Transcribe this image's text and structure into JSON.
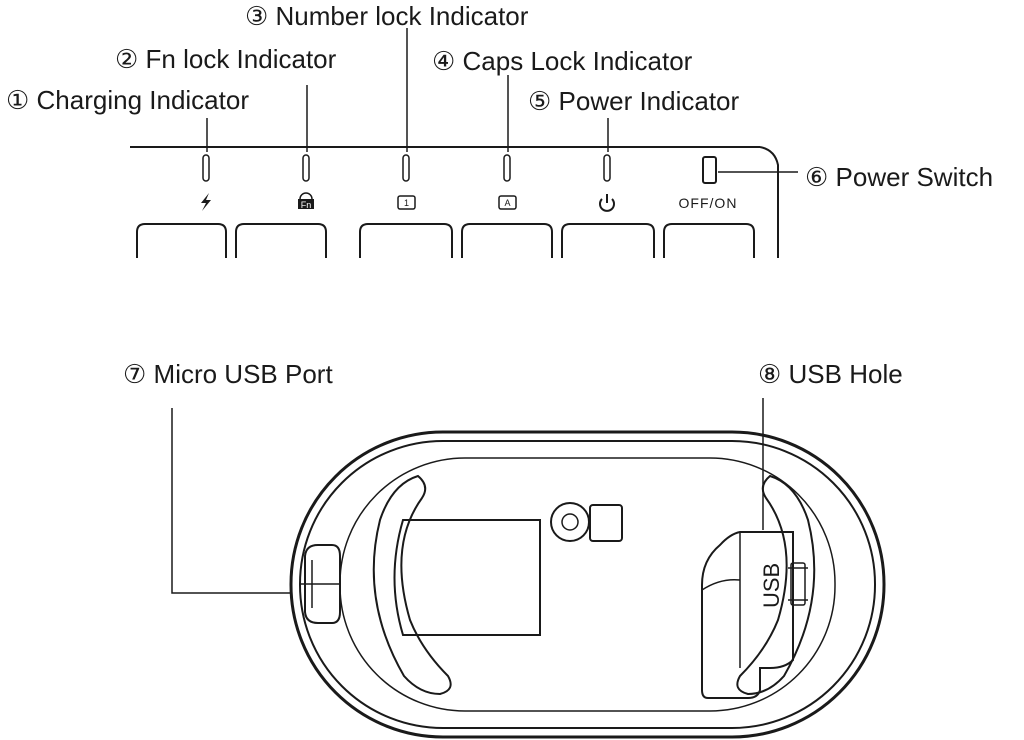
{
  "labels": {
    "charging": "① Charging Indicator",
    "fn_lock": "② Fn lock  Indicator",
    "num_lock": "③ Number lock Indicator",
    "caps_lock": "④ Caps Lock Indicator",
    "power_ind": "⑤ Power Indicator",
    "power_switch": "⑥ Power Switch",
    "micro_usb": "⑦ Micro USB Port",
    "usb_hole": "⑧ USB Hole"
  },
  "keyboard": {
    "fn_icon_text": "Fn",
    "num_icon_text": "1",
    "caps_icon_text": "A",
    "switch_label": "OFF/ON"
  },
  "mouse": {
    "usb_text": "USB"
  }
}
